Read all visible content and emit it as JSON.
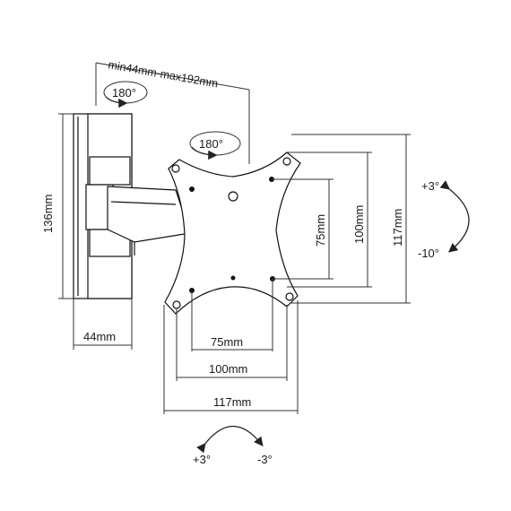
{
  "wall_depth_range": "min44mm-max192mm",
  "swivel_wall": "180°",
  "swivel_arm": "180°",
  "wall_plate_height": "136mm",
  "wall_plate_depth": "44mm",
  "vesa_v_small": "75mm",
  "vesa_v_medium": "100mm",
  "vesa_v_large": "117mm",
  "vesa_h_small": "75mm",
  "vesa_h_medium": "100mm",
  "vesa_h_large": "117mm",
  "tilt_up": "+3°",
  "tilt_down": "-10°",
  "rotate_left": "+3°",
  "rotate_right": "-3°"
}
